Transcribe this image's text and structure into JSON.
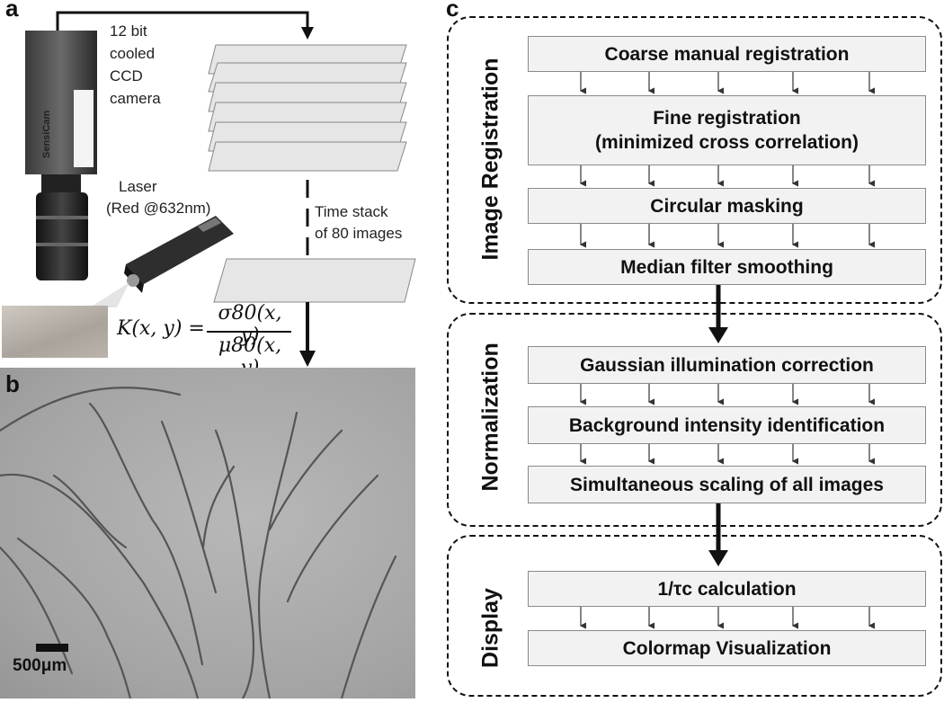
{
  "panel_a": {
    "letter": "a",
    "camera_label": [
      "12 bit",
      "cooled",
      "CCD",
      "camera"
    ],
    "camera_brand": "SensiCam",
    "laser_label": [
      "Laser",
      "(Red @632nm)"
    ],
    "stack_label": [
      "Time stack",
      "of 80 images"
    ],
    "formula_lhs": "K(x, y) =",
    "formula_num": "σ80(x, y)",
    "formula_den": "μ80(x, y)"
  },
  "panel_b": {
    "letter": "b",
    "scale_bar": "500μm"
  },
  "panel_c": {
    "letter": "c",
    "sections": [
      {
        "label": "Image Registration",
        "steps": [
          "Coarse manual registration",
          "Fine registration\n(minimized cross correlation)",
          "Circular masking",
          "Median filter smoothing"
        ]
      },
      {
        "label": "Normalization",
        "steps": [
          "Gaussian illumination correction",
          "Background intensity identification",
          "Simultaneous scaling of all images"
        ]
      },
      {
        "label": "Display",
        "steps": [
          "1/τc calculation",
          "Colormap Visualization"
        ]
      }
    ]
  }
}
